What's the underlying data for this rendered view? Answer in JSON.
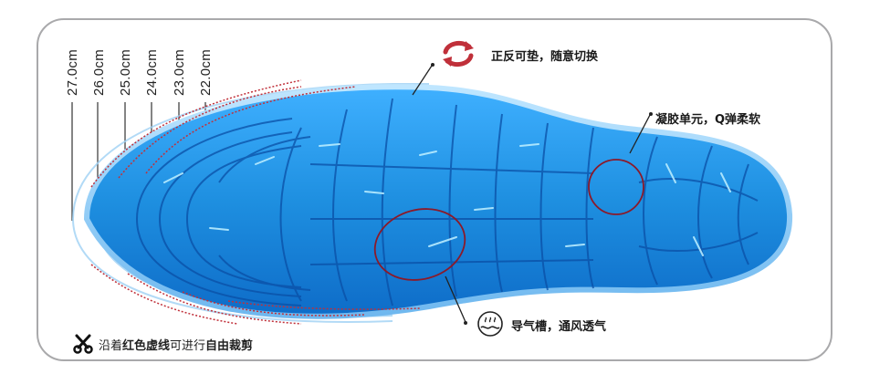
{
  "sizes": {
    "labels": [
      "27.0cm",
      "26.0cm",
      "25.0cm",
      "24.0cm",
      "23.0cm",
      "22.0cm"
    ]
  },
  "callouts": {
    "reversible": "正反可垫，随意切换",
    "gel_units": "凝胶单元，Q弹柔软",
    "air_grooves": "导气槽，通风透气"
  },
  "bottom_note": {
    "part1": "沿着",
    "part2_bold": "红色虚线",
    "part3": "可进行",
    "part4_bold": "自由裁剪"
  },
  "icons": {
    "reversible": "swap-arrows-icon",
    "ventilation": "airflow-icon",
    "cut": "scissors-icon"
  },
  "colors": {
    "insole_blue": "#1e8fe0",
    "insole_dark": "#0c5fb8",
    "insole_light": "#8fd3ff",
    "cut_line_red": "#c0303a",
    "circle_highlight": "#8b1a2a",
    "frame_border": "#a9a9ab",
    "text": "#1a1a1a"
  }
}
